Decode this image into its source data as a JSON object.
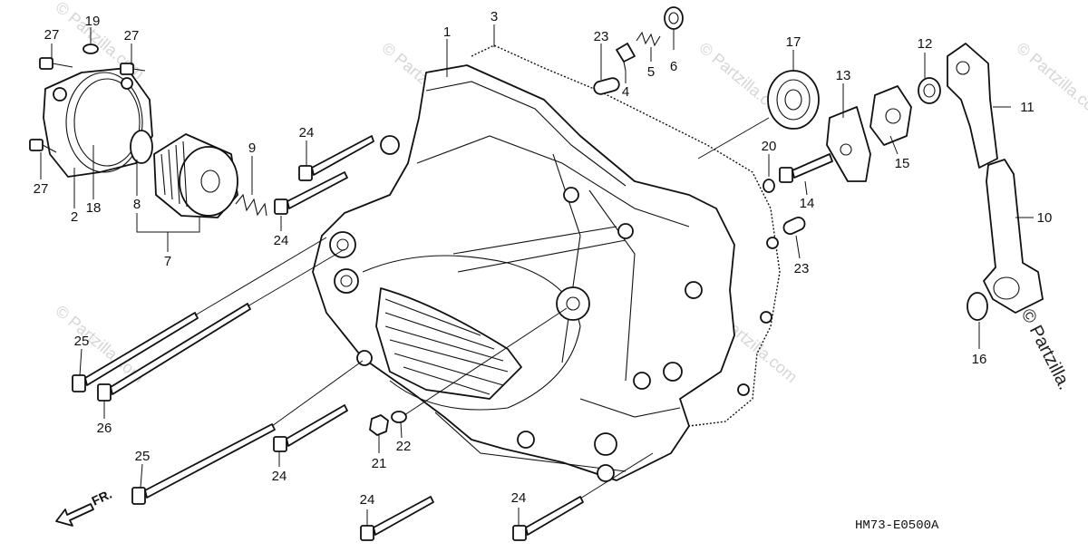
{
  "labels": [
    "1",
    "2",
    "3",
    "4",
    "5",
    "6",
    "7",
    "8",
    "9",
    "10",
    "11",
    "12",
    "13",
    "14",
    "15",
    "16",
    "17",
    "18",
    "19",
    "20",
    "21",
    "22",
    "23",
    "23",
    "24",
    "24",
    "24",
    "24",
    "24",
    "24",
    "25",
    "25",
    "26",
    "27",
    "27",
    "27"
  ],
  "diagram_code": "HM73-E0500A",
  "front_marker": "FR.",
  "watermark": "© Partzilla.com",
  "watermark_edge": "© Partzilla."
}
